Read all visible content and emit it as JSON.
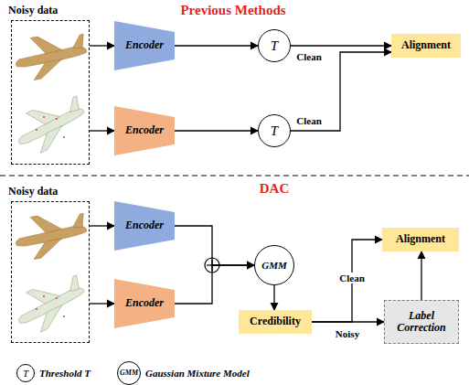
{
  "diagram": {
    "nodes": [
      {
        "text": [
          "Noisy data"
        ]
      },
      {
        "text": [
          "Encoder"
        ]
      },
      {
        "text": [
          "Encoder"
        ]
      },
      {
        "text": [
          "T"
        ]
      },
      {
        "text": [
          "T"
        ]
      },
      {
        "text": [
          "Alignment"
        ]
      },
      {
        "text": [
          "Noisy data"
        ]
      },
      {
        "text": [
          "Encoder"
        ]
      },
      {
        "text": [
          "Encoder"
        ]
      },
      {
        "text": [
          "GMM"
        ]
      },
      {
        "text": [
          "Credibility"
        ]
      },
      {
        "text": [
          "Alignment"
        ]
      },
      {
        "text": [
          "Label Correction"
        ]
      },
      {
        "text": [
          "T",
          "Threshold T"
        ]
      },
      {
        "text": [
          "GMM",
          "Gaussian Mixture Model"
        ]
      }
    ],
    "edges": [
      {
        "from": 0,
        "to": 1,
        "arrow": "to"
      },
      {
        "from": 0,
        "to": 2,
        "arrow": "to"
      },
      {
        "from": 1,
        "to": 3,
        "arrow": "to"
      },
      {
        "from": 2,
        "to": 4,
        "arrow": "to"
      },
      {
        "from": 3,
        "to": 5,
        "label": "Clean",
        "arrow": "to"
      },
      {
        "from": 4,
        "to": 5,
        "label": "Clean",
        "arrow": "to"
      },
      {
        "from": 6,
        "to": 7,
        "arrow": "to"
      },
      {
        "from": 6,
        "to": 8,
        "arrow": "to"
      },
      {
        "from": 7,
        "to": 9,
        "arrow": "to"
      },
      {
        "from": 8,
        "to": 9,
        "arrow": "to"
      },
      {
        "from": 9,
        "to": 10,
        "arrow": "to"
      },
      {
        "from": 10,
        "to": 11,
        "label": "Clean",
        "arrow": "to"
      },
      {
        "from": 10,
        "to": 12,
        "label": "Noisy",
        "arrow": "to"
      },
      {
        "from": 12,
        "to": 11,
        "arrow": "to"
      }
    ],
    "labels": [
      "Previous Methods",
      "DAC"
    ]
  }
}
